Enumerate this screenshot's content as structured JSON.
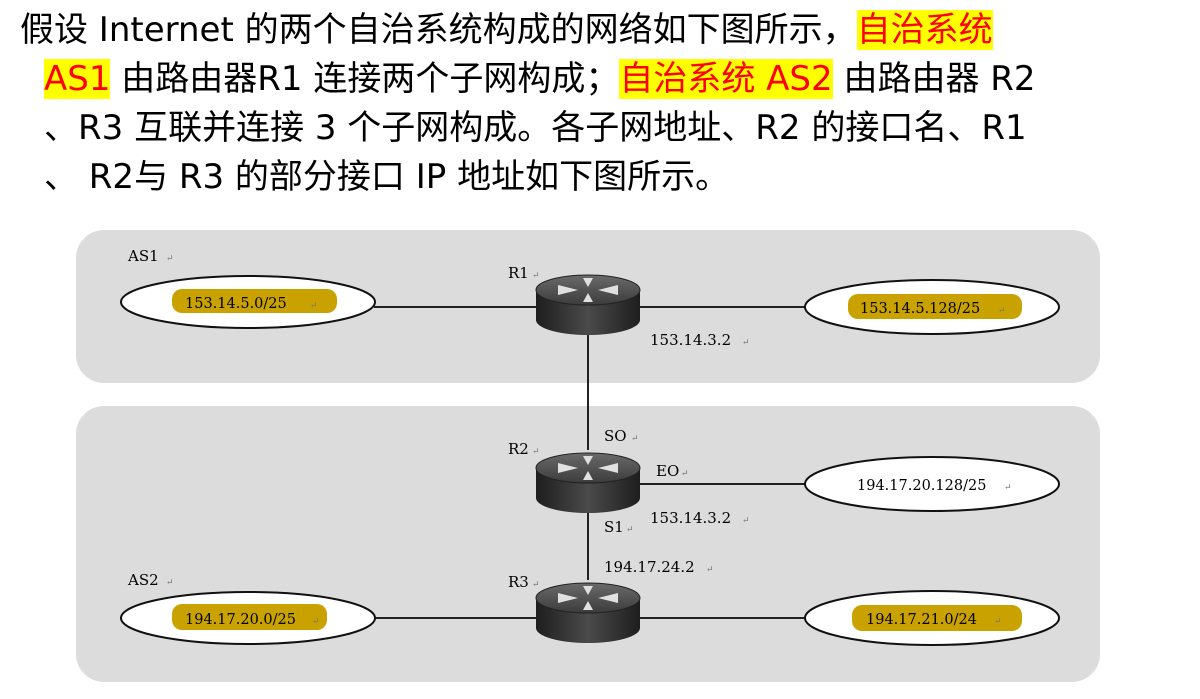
{
  "question": {
    "line1": {
      "text": "假设 Internet 的两个自治系统构成的网络如下图所示，",
      "highlight": "自治系统"
    },
    "line2": {
      "highlight1": "AS1",
      "text1": " 由路由器R1 连接两个子网构成；",
      "highlight2": "自治系统 AS2",
      "text2": " 由路由器 R2"
    },
    "line3": {
      "text": "、R3 互联并连接 3 个子网构成。各子网地址、R2 的接口名、R1"
    },
    "line4": {
      "text": "、 R2与 R3 的部分接口 IP 地址如下图所示。"
    }
  },
  "diagram": {
    "return_mark": "↵",
    "as1": {
      "label": "AS1",
      "router": "R1",
      "subnet_left": "153.14.5.0/25",
      "subnet_right": "153.14.5.128/25",
      "r1_interface_ip": "153.14.3.2"
    },
    "as2": {
      "label": "AS2",
      "router_r2": "R2",
      "router_r3": "R3",
      "r2_if_s0": "SO",
      "r2_if_e0": "EO",
      "r2_if_s1": "S1",
      "r2_s1_ip": "153.14.3.2",
      "r3_ip": "194.17.24.2",
      "subnet_e0": "194.17.20.128/25",
      "subnet_left": "194.17.20.0/25",
      "subnet_right": "194.17.21.0/24"
    }
  },
  "colors": {
    "highlight_background": "#ffff00",
    "highlight_text": "#ff0000",
    "subnet_fill": "#c9a200",
    "as_region": "#dcdcdc",
    "router_body": "#3a3a3a"
  }
}
